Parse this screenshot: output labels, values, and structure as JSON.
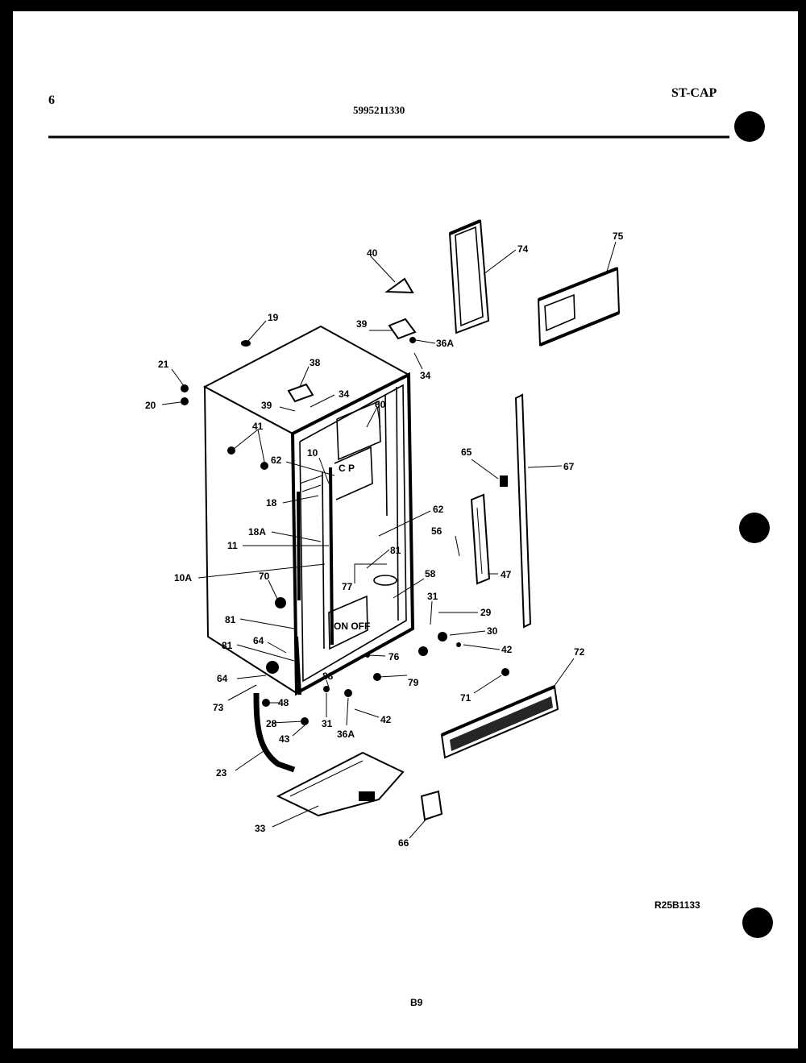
{
  "header": {
    "page_number": "6",
    "part_number": "5995211330",
    "model_code": "ST-CAP"
  },
  "footer": {
    "drawing_code": "R25B1133",
    "section_code": "B9"
  },
  "callouts": [
    {
      "id": "c19",
      "text": "19"
    },
    {
      "id": "c21",
      "text": "21"
    },
    {
      "id": "c20",
      "text": "20"
    },
    {
      "id": "c38",
      "text": "38"
    },
    {
      "id": "c39a",
      "text": "39"
    },
    {
      "id": "c34a",
      "text": "34"
    },
    {
      "id": "c41",
      "text": "41"
    },
    {
      "id": "c60",
      "text": "60"
    },
    {
      "id": "c10",
      "text": "10"
    },
    {
      "id": "c62a",
      "text": "62"
    },
    {
      "id": "c18",
      "text": "18"
    },
    {
      "id": "c62b",
      "text": "62"
    },
    {
      "id": "c18a",
      "text": "18A"
    },
    {
      "id": "c11",
      "text": "11"
    },
    {
      "id": "c81a",
      "text": "81"
    },
    {
      "id": "c10a",
      "text": "10A"
    },
    {
      "id": "c70",
      "text": "70"
    },
    {
      "id": "c77",
      "text": "77"
    },
    {
      "id": "c58",
      "text": "58"
    },
    {
      "id": "c81b",
      "text": "81"
    },
    {
      "id": "c81c",
      "text": "81"
    },
    {
      "id": "c64a",
      "text": "64"
    },
    {
      "id": "c76",
      "text": "76"
    },
    {
      "id": "c64b",
      "text": "64"
    },
    {
      "id": "c79",
      "text": "79"
    },
    {
      "id": "c88",
      "text": "88"
    },
    {
      "id": "c73",
      "text": "73"
    },
    {
      "id": "c48",
      "text": "48"
    },
    {
      "id": "c28",
      "text": "28"
    },
    {
      "id": "c43",
      "text": "43"
    },
    {
      "id": "c31a",
      "text": "31"
    },
    {
      "id": "c36a1",
      "text": "36A"
    },
    {
      "id": "c42a",
      "text": "42"
    },
    {
      "id": "c23",
      "text": "23"
    },
    {
      "id": "c33",
      "text": "33"
    },
    {
      "id": "c40",
      "text": "40"
    },
    {
      "id": "c74",
      "text": "74"
    },
    {
      "id": "c75",
      "text": "75"
    },
    {
      "id": "c39b",
      "text": "39"
    },
    {
      "id": "c36a2",
      "text": "36A"
    },
    {
      "id": "c34b",
      "text": "34"
    },
    {
      "id": "c65",
      "text": "65"
    },
    {
      "id": "c67",
      "text": "67"
    },
    {
      "id": "c56",
      "text": "56"
    },
    {
      "id": "c47",
      "text": "47"
    },
    {
      "id": "c31b",
      "text": "31"
    },
    {
      "id": "c29",
      "text": "29"
    },
    {
      "id": "c30",
      "text": "30"
    },
    {
      "id": "c42b",
      "text": "42"
    },
    {
      "id": "c72",
      "text": "72"
    },
    {
      "id": "c71",
      "text": "71"
    },
    {
      "id": "c66",
      "text": "66"
    }
  ]
}
